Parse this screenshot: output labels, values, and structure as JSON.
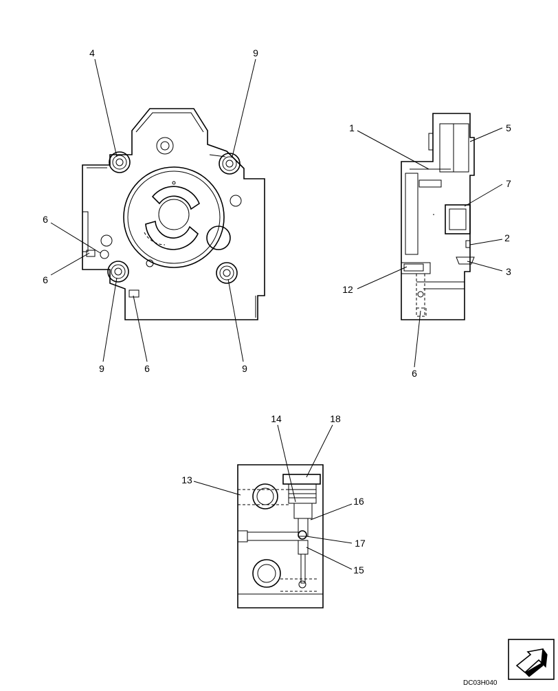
{
  "figure": {
    "reference_code": "DC03H040",
    "callouts": [
      "4",
      "9",
      "9",
      "6",
      "6",
      "9",
      "6",
      "9",
      "1",
      "5",
      "7",
      "2",
      "3",
      "12",
      "6",
      "14",
      "18",
      "13",
      "16",
      "17",
      "15"
    ]
  }
}
